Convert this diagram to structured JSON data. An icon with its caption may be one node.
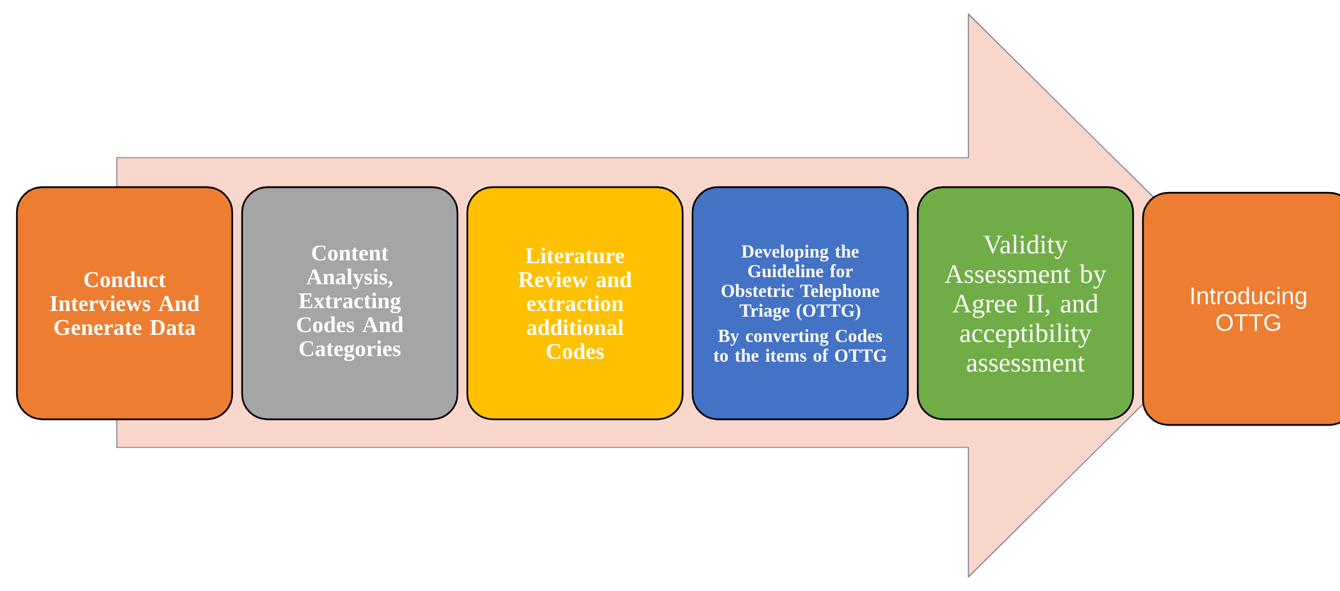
{
  "diagram": {
    "nodes": [
      {
        "text": [
          "Conduct Interviews And Generate Data"
        ]
      },
      {
        "text": [
          "Content Analysis, Extracting Codes And Categories"
        ]
      },
      {
        "text": [
          "Literature Review and extraction additional Codes"
        ]
      },
      {
        "text": [
          "Developing the Guideline for Obstetric Telephone Triage (OTTG)",
          "By converting Codes to the items of OTTG"
        ]
      },
      {
        "text": [
          "Validity Assessment by Agree II, and acceptibility assessment"
        ]
      },
      {
        "text": [
          "Introducing OTTG"
        ]
      }
    ],
    "edges": [
      {
        "from": 0,
        "to": 5,
        "arrow": "to"
      }
    ]
  }
}
